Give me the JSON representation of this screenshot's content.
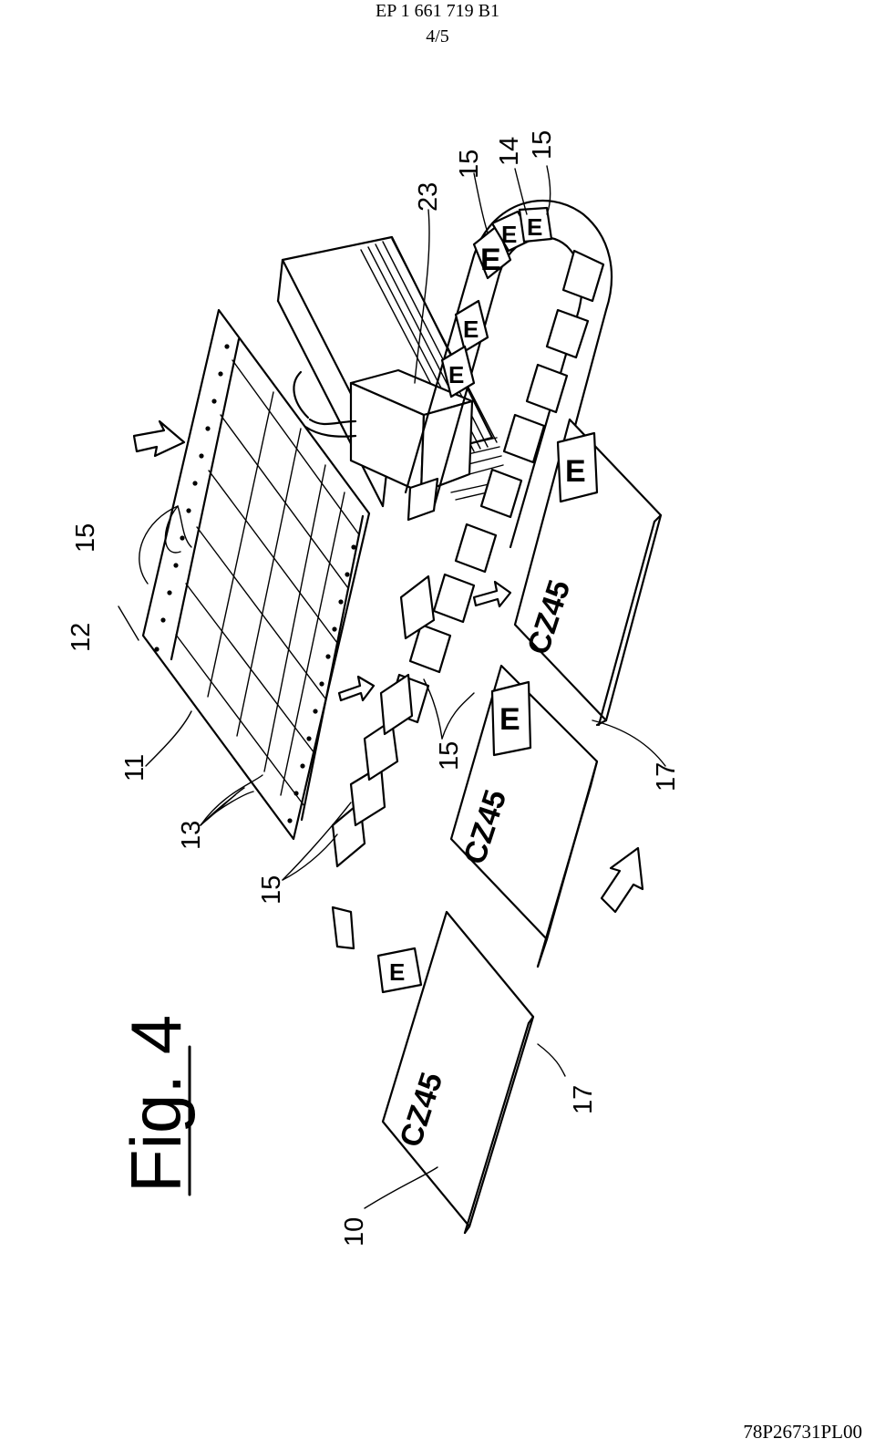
{
  "header": {
    "line1": "EP 1 661 719 B1",
    "line2": "4/5"
  },
  "figure": {
    "title": "Fig. 4",
    "labels": {
      "l10": "10",
      "l11": "11",
      "l12": "12",
      "l13": "13",
      "l14": "14",
      "l15_top": "15",
      "l15_right_a": "15",
      "l15_right_b": "15",
      "l15_mid": "15",
      "l15_left": "15",
      "l17_a": "17",
      "l17_b": "17",
      "l23": "23"
    }
  },
  "footer": {
    "code": "78P26731PL00"
  }
}
